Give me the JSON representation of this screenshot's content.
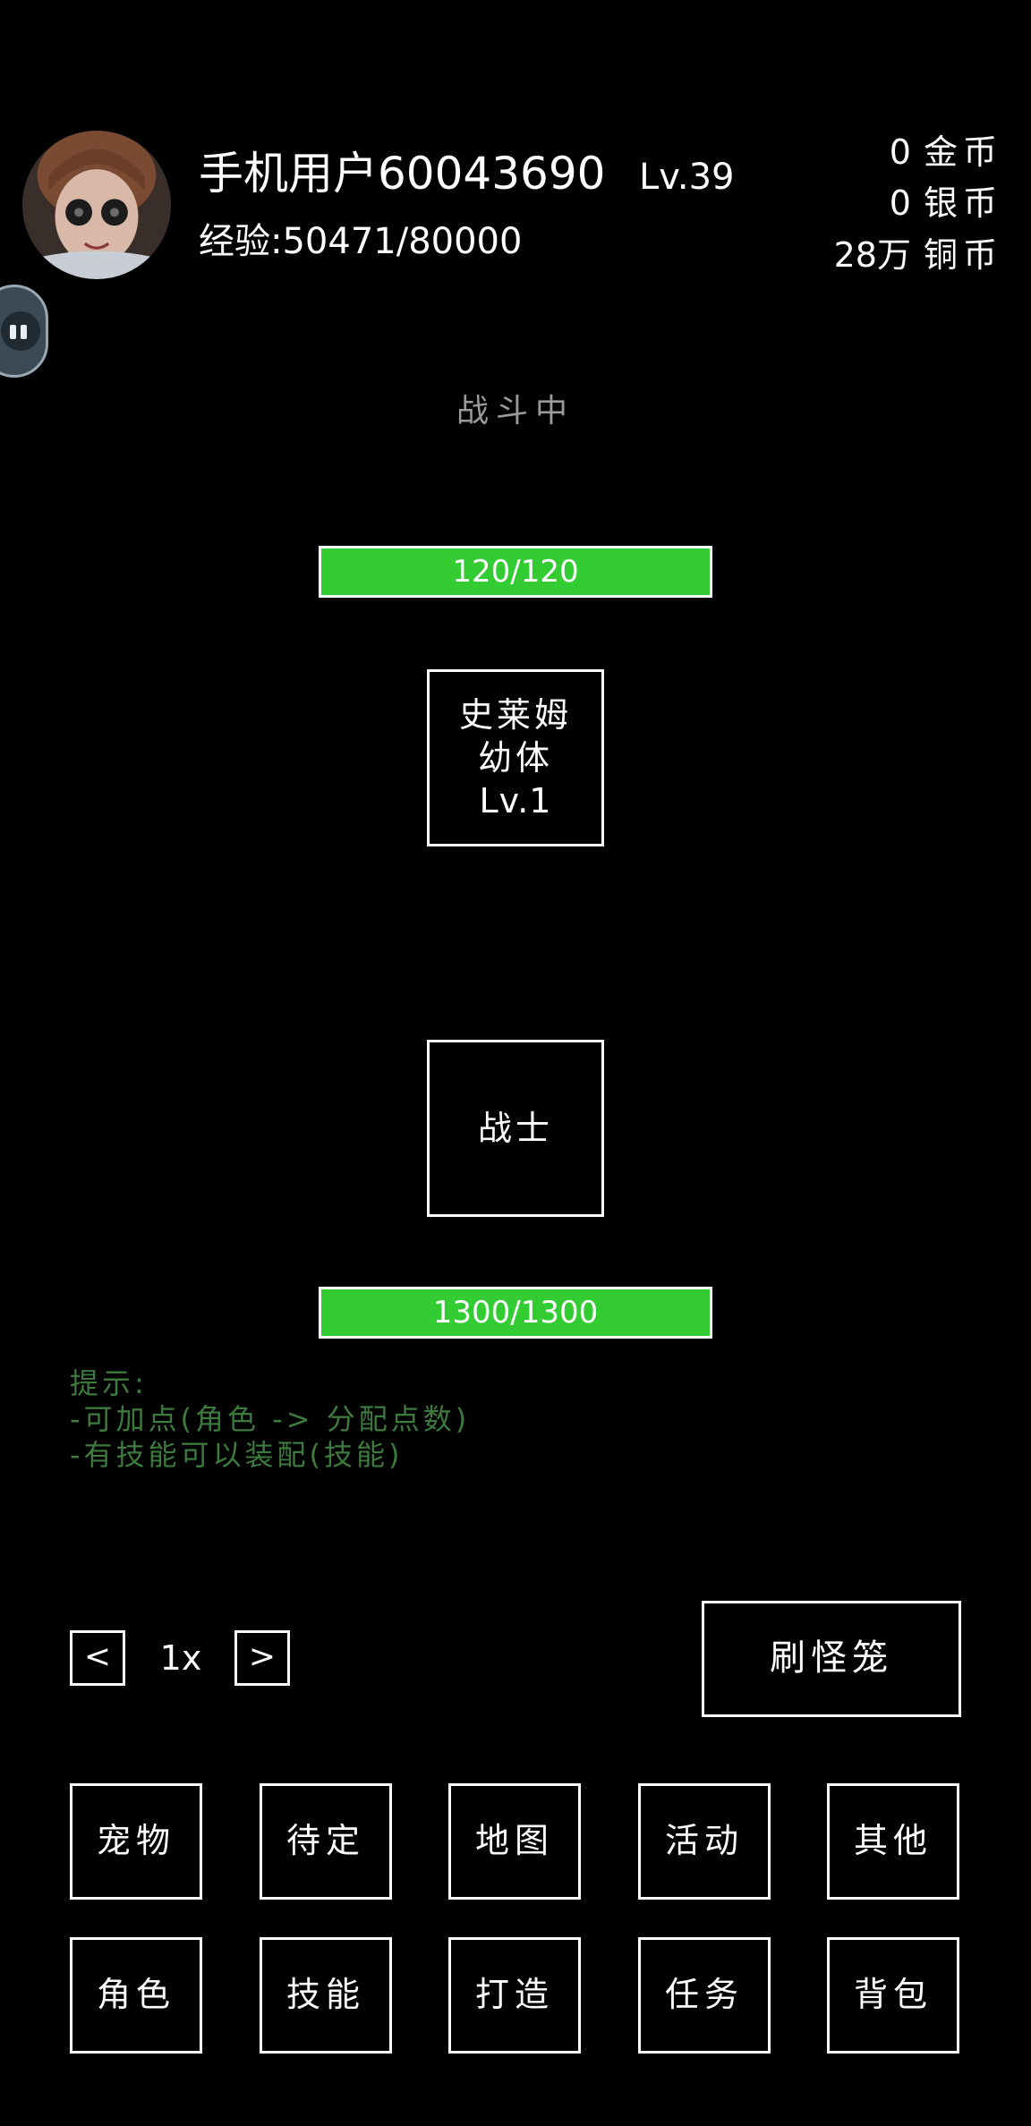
{
  "player": {
    "username": "手机用户60043690",
    "level": "Lv.39",
    "exp": "经验:50471/80000"
  },
  "currency": [
    {
      "amount": "0",
      "unit": "金币"
    },
    {
      "amount": "0",
      "unit": "银币"
    },
    {
      "amount": "28万",
      "unit": "铜币"
    }
  ],
  "battle": {
    "status": "战斗中",
    "enemy": {
      "hp_text": "120/120",
      "hp_fraction": 1.0,
      "name_line1": "史莱姆",
      "name_line2": "幼体",
      "level": "Lv.1"
    },
    "player_unit": {
      "name": "战士",
      "hp_text": "1300/1300",
      "hp_fraction": 1.0
    }
  },
  "hints": [
    "提示:",
    "-可加点(角色 -> 分配点数)",
    "-有技能可以装配(技能)"
  ],
  "controls": {
    "prev_label": "<",
    "speed": "1x",
    "next_label": ">",
    "cage_button": "刷怪笼"
  },
  "menu": {
    "row1": [
      "宠物",
      "待定",
      "地图",
      "活动",
      "其他"
    ],
    "row2": [
      "角色",
      "技能",
      "打造",
      "任务",
      "背包"
    ]
  },
  "colors": {
    "background": "#000000",
    "hp_fill": "#33cc33",
    "hint_text": "#3d7a3d",
    "status_text": "#9a9a9a"
  }
}
